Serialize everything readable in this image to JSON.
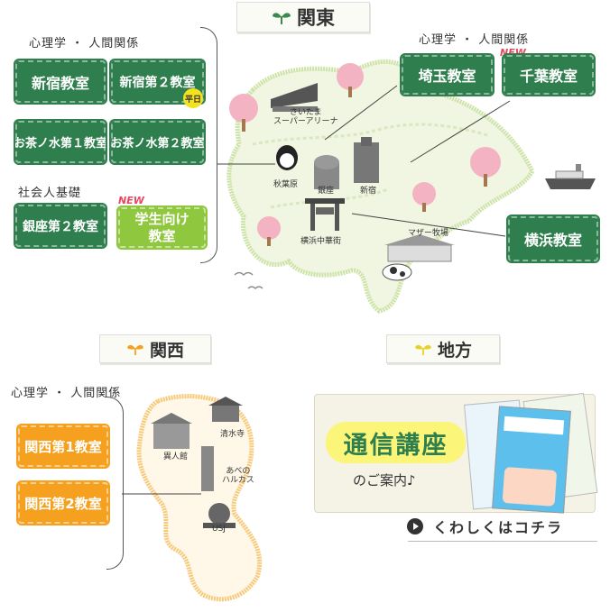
{
  "sections": {
    "kanto": {
      "title": "関東"
    },
    "kansai": {
      "title": "関西"
    },
    "chiho": {
      "title": "地方"
    }
  },
  "kanto_left": {
    "category_psych": "心理学 ・ 人間関係",
    "category_social": "社会人基礎",
    "buttons": {
      "shinjuku": "新宿教室",
      "shinjuku2": "新宿第２教室",
      "ochanomizu1": "お茶ノ水第１教室",
      "ochanomizu2": "お茶ノ水第２教室",
      "ginza2": "銀座第２教室",
      "student_line1": "学生向け",
      "student_line2": "教室"
    },
    "weekday_badge": "平日",
    "new_student": "NEW"
  },
  "kanto_right": {
    "category_psych": "心理学 ・ 人間関係",
    "buttons": {
      "saitama": "埼玉教室",
      "chiba": "千葉教室",
      "yokohama": "横浜教室"
    },
    "new_chiba": "NEW"
  },
  "kanto_map_labels": {
    "saitama_arena_line1": "さいたま",
    "saitama_arena_line2": "スーパーアリーナ",
    "akihabara": "秋葉原",
    "ginza": "銀座",
    "shinjuku": "新宿",
    "chinatown": "横浜中華街",
    "mother_farm": "マザー牧場"
  },
  "kansai": {
    "category_psych": "心理学 ・ 人間関係",
    "buttons": {
      "kansai1": "関西第1教室",
      "kansai2": "関西第2教室"
    },
    "map_labels": {
      "kiyomizu": "清水寺",
      "ijinkan": "異人館",
      "abeno_line1": "あべの",
      "abeno_line2": "ハルカス",
      "usj": "USJ"
    }
  },
  "chiho": {
    "correspondence_title": "通信講座",
    "correspondence_sub": "のご案内♪",
    "details_link": "くわしくはコチラ"
  },
  "colors": {
    "green": "#2f7f4e",
    "light_green": "#8fc73e",
    "orange": "#f5a11f",
    "new_red": "#e7475e",
    "map_fill": "#f0f6e2",
    "map_border": "#cde3a8",
    "kansai_fill": "#fff8e8",
    "kansai_border": "#f7c97a"
  },
  "icons": [
    "sprout-icon",
    "play-circle-icon",
    "cherry-tree-icon",
    "ship-icon",
    "cow-icon",
    "bird-icon"
  ]
}
